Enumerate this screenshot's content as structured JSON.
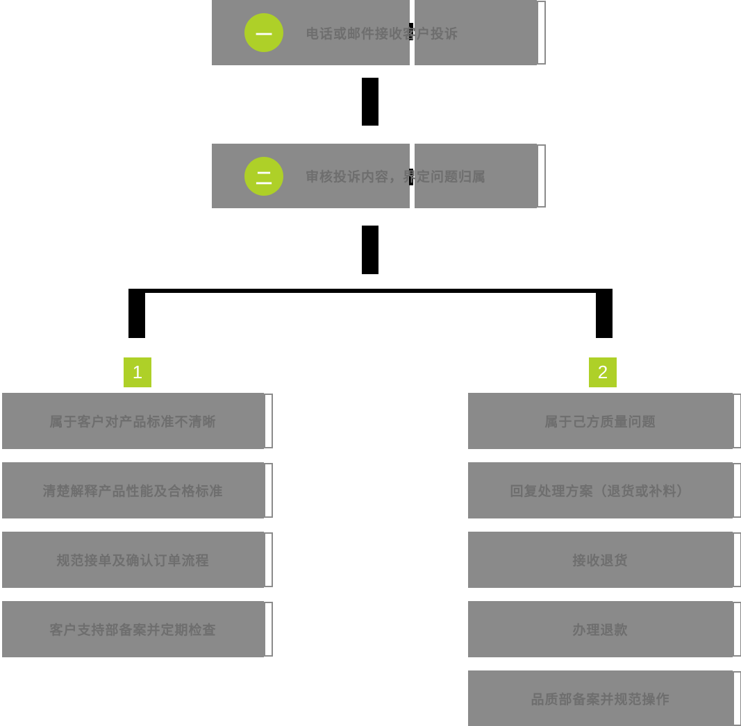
{
  "diagram_type": "flowchart",
  "colors": {
    "box_background": "#8a8a8a",
    "box_text": "#6e6e6e",
    "accent_green": "#aed028",
    "connector_black": "#000000",
    "page_edge_white": "#ffffff"
  },
  "steps": [
    {
      "badge": "一",
      "label": "电话或邮件接收客户投诉"
    },
    {
      "badge": "二",
      "label": "审核投诉内容，界定问题归属"
    }
  ],
  "branches": [
    {
      "number": "1",
      "items": [
        "属于客户对产品标准不清晰",
        "清楚解释产品性能及合格标准",
        "规范接单及确认订单流程",
        "客户支持部备案并定期检查"
      ]
    },
    {
      "number": "2",
      "items": [
        "属于己方质量问题",
        "回复处理方案（退货或补料）",
        "接收退货",
        "办理退款",
        "品质部备案并规范操作"
      ]
    }
  ]
}
